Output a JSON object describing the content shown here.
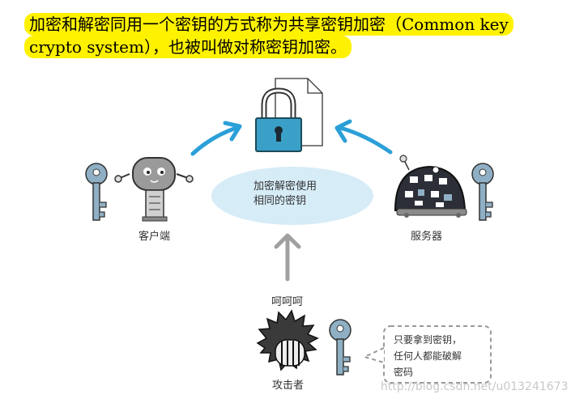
{
  "caption": {
    "line1": "加密和解密同用一个密钥的方式称为共享密钥加密（Common key",
    "line2": "crypto system），也被叫做对称密钥加密。"
  },
  "diagram": {
    "bubble_line1": "加密解密使用",
    "bubble_line2": "相同的密钥",
    "client_label": "客户端",
    "server_label": "服务器",
    "laugh_label": "呵呵呵",
    "attacker_label": "攻击者",
    "note_line1": "只要拿到密钥，",
    "note_line2": "任何人都能破解",
    "note_line3": "密码"
  },
  "watermark": "http://blog.csdn.net/u013241673",
  "icons": [
    "document-icon",
    "padlock-icon",
    "key-icon",
    "client-robot-icon",
    "server-robot-icon",
    "attacker-icon"
  ],
  "colors": {
    "highlight": "#fff200",
    "arrow_blue": "#2b9fd8",
    "arrow_gray": "#a0a0a0",
    "bubble": "#d6ecf7",
    "lock_blue": "#3aa0c8"
  }
}
